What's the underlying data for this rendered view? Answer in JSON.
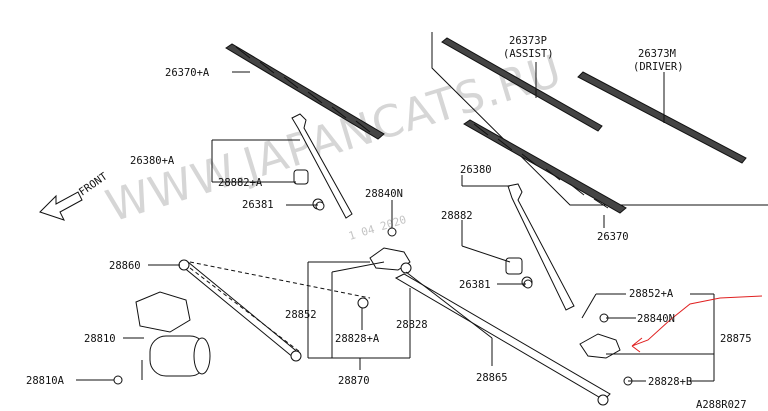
{
  "watermark": "WWW.JAPANCATS.RU",
  "stamp": "1 04 2020",
  "front_label": "FRONT",
  "diagram_code": "A288R027",
  "parts": {
    "p26370A": "26370+A",
    "p26373P": "26373P",
    "p26373P_note": "(ASSIST)",
    "p26373M": "26373M",
    "p26373M_note": "(DRIVER)",
    "p26380A": "26380+A",
    "p28882A": "28882+A",
    "p26381_left": "26381",
    "p28840N_left": "28840N",
    "p26380": "26380",
    "p28882": "28882",
    "p26370": "26370",
    "p28860": "28860",
    "p26381_right": "26381",
    "p28852": "28852",
    "p28852A": "28852+A",
    "p28840N_right": "28840N",
    "p28810": "28810",
    "p28828A": "28828+A",
    "p28828": "28828",
    "p28875": "28875",
    "p28810A": "28810A",
    "p28870": "28870",
    "p28865": "28865",
    "p28828B": "28828+B"
  },
  "colors": {
    "ink": "#111111",
    "annotation": "#e02020",
    "watermark": "#d6d6d6"
  }
}
